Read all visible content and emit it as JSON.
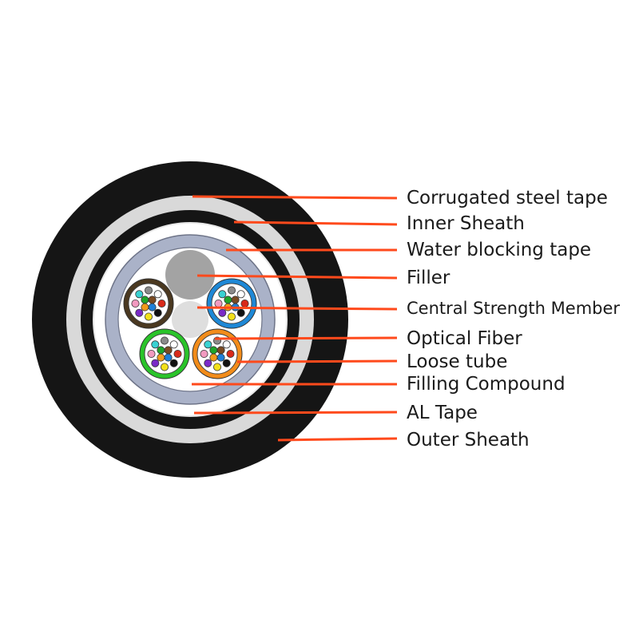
{
  "labels": {
    "corrugated_steel_tape": "Corrugated steel tape",
    "inner_sheath": "Inner Sheath",
    "water_blocking_tape": "Water blocking tape",
    "filler": "Filler",
    "central_strength_member": "Central Strength Member",
    "optical_fiber": "Optical Fiber",
    "loose_tube": "Loose tube",
    "filling_compound": "Filling Compound",
    "al_tape": "AL Tape",
    "outer_sheath": "Outer Sheath"
  },
  "colors": {
    "leader_line": "#ff4a1c",
    "outer_sheath": "#151515",
    "steel_tape": "#d9d9d9",
    "water_blocking_tape": "#aab2c8",
    "filler": "#a3a3a3",
    "central_member": "#dedede",
    "tube_brown": "#4a3820",
    "tube_blue": "#1e88d6",
    "tube_green": "#2ac42a",
    "tube_orange": "#f28c1a"
  },
  "fiber_colors": [
    "#1e7fd8",
    "#f29a1a",
    "#1ea52a",
    "#7a4a22",
    "#8a8a8a",
    "#ffffff",
    "#d82a1a",
    "#111111",
    "#f2e01a",
    "#7a2ac8",
    "#f29ac0",
    "#3ad2d2"
  ]
}
